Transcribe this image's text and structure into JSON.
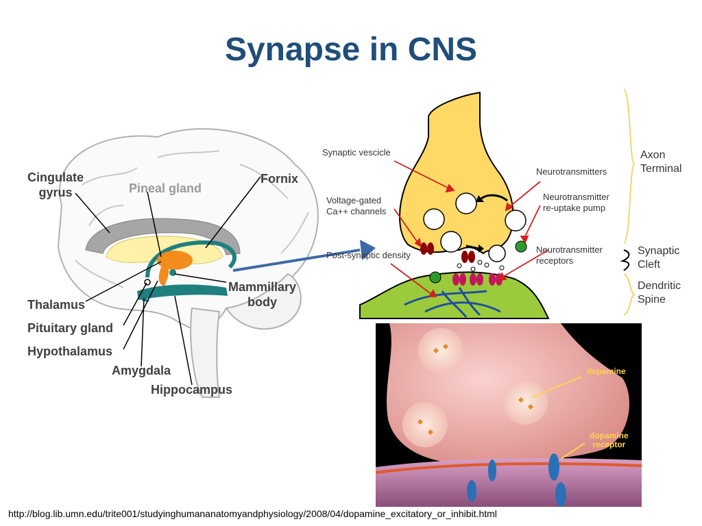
{
  "slide": {
    "title": "Synapse in CNS",
    "source_url": "http://blog.lib.umn.edu/trite001/studyinghumananatomyandphysiology/2008/04/dopamine_excitatory_or_inhibit.html"
  },
  "brain_diagram": {
    "labels": {
      "cingulate_gyrus_1": "Cingulate",
      "cingulate_gyrus_2": "gyrus",
      "pineal_gland": "Pineal gland",
      "fornix": "Fornix",
      "thalamus": "Thalamus",
      "pituitary_gland": "Pituitary gland",
      "hypothalamus": "Hypothalamus",
      "amygdala": "Amygdala",
      "hippocampus": "Hippocampus",
      "mammillary_body_1": "Mammillary",
      "mammillary_body_2": "body"
    }
  },
  "synapse_diagram": {
    "labels": {
      "synaptic_vesicle": "Synaptic vescicle",
      "voltage_gated_1": "Voltage-gated",
      "voltage_gated_2": "Ca++ channels",
      "post_synaptic_density": "Post-synaptic density",
      "neurotransmitters": "Neurotransmitters",
      "reuptake_1": "Neurotransmitter",
      "reuptake_2": "re-uptake pump",
      "receptors_1": "Neurotransmitter",
      "receptors_2": "receptors"
    },
    "brackets": {
      "axon_terminal_1": "Axon",
      "axon_terminal_2": "Terminal",
      "synaptic_cleft_1": "Synaptic",
      "synaptic_cleft_2": "Cleft",
      "dendritic_spine_1": "Dendritic",
      "dendritic_spine_2": "Spine"
    }
  },
  "dopamine_image": {
    "labels": {
      "dopamine": "dopamine",
      "dopamine_receptor_1": "dopamine",
      "dopamine_receptor_2": "receptor"
    }
  },
  "colors": {
    "title": "#1F4E79",
    "arrow": "#3C6AA8",
    "axon": "#FFD966",
    "spine": "#9BCB3C",
    "teal": "#1F7F7F",
    "orange": "#F28C1C"
  }
}
